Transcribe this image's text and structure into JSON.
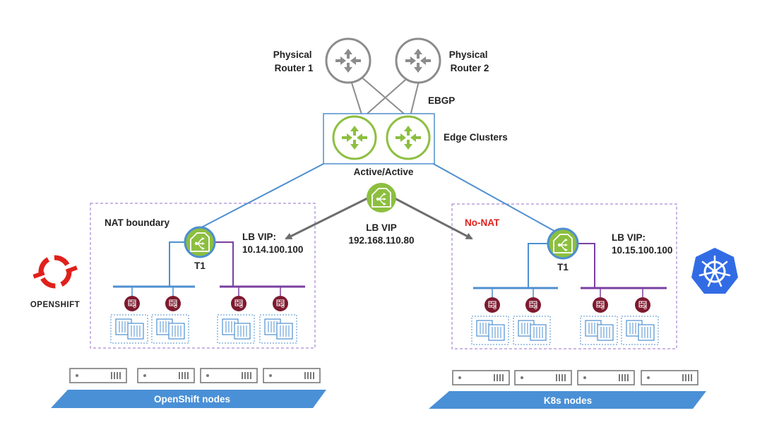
{
  "routers": {
    "router1": "Physical\nRouter 1",
    "router2": "Physical\nRouter 2",
    "ebgp": "EBGP"
  },
  "edge": {
    "label": "Edge Clusters",
    "mode": "Active/Active"
  },
  "central_lb": {
    "title": "LB VIP",
    "ip": "192.168.110.80"
  },
  "left_zone": {
    "boundary_label": "NAT boundary",
    "vip_title": "LB VIP:",
    "vip_ip": "10.14.100.100",
    "t1_label": "T1",
    "platform": "OPENSHIFT",
    "nodes_label": "OpenShift nodes"
  },
  "right_zone": {
    "boundary_label": "No-NAT",
    "vip_title": "LB VIP:",
    "vip_ip": "10.15.100.100",
    "t1_label": "T1",
    "nodes_label": "K8s nodes"
  },
  "colors": {
    "router_gray": "#8c8c8c",
    "edge_green": "#8cbf3f",
    "link_blue": "#4e8fd0",
    "link_purple": "#7a3fa0",
    "firewall": "#7d1a2f",
    "band_blue": "#4a90d6",
    "boundary_purple": "#9a6cc8",
    "no_nat_red": "#e0201b",
    "openshift_red": "#e0201b",
    "k8s_blue": "#326ce5"
  },
  "icons": [
    "router-icon",
    "edge-router-icon",
    "load-balancer-icon",
    "firewall-icon",
    "pod-icon",
    "server-icon",
    "openshift-logo-icon",
    "kubernetes-logo-icon"
  ]
}
